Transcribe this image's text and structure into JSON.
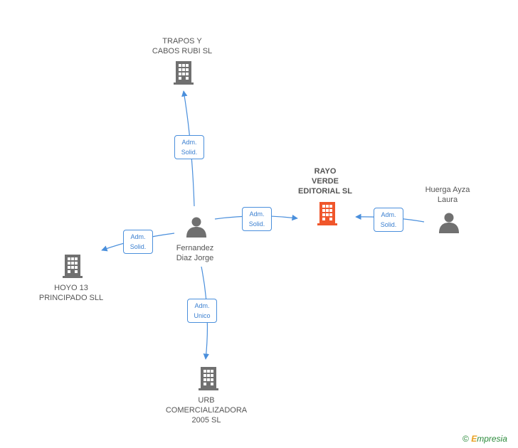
{
  "nodes": {
    "trapos": {
      "lines": [
        "TRAPOS Y",
        "CABOS RUBI SL"
      ]
    },
    "rayo": {
      "lines": [
        "RAYO",
        "VERDE",
        "EDITORIAL SL"
      ]
    },
    "huerga": {
      "lines": [
        "Huerga Ayza",
        "Laura"
      ]
    },
    "fernandez": {
      "lines": [
        "Fernandez",
        "Diaz Jorge"
      ]
    },
    "hoyo": {
      "lines": [
        "HOYO 13",
        "PRINCIPADO  SLL"
      ]
    },
    "urb": {
      "lines": [
        "URB",
        "COMERCIALIZADORA",
        "2005 SL"
      ]
    }
  },
  "relations": {
    "to_trapos": {
      "lines": [
        "Adm.",
        "Solid."
      ]
    },
    "to_rayo_from_fernandez": {
      "lines": [
        "Adm.",
        "Solid."
      ]
    },
    "to_rayo_from_huerga": {
      "lines": [
        "Adm.",
        "Solid."
      ]
    },
    "to_hoyo": {
      "lines": [
        "Adm.",
        "Solid."
      ]
    },
    "to_urb": {
      "lines": [
        "Adm.",
        "Unico"
      ]
    }
  },
  "colors": {
    "edge": "#4a8fdc",
    "building": "#707070",
    "building_focus": "#f0562b",
    "person": "#707070"
  },
  "footer": {
    "copyright": "©",
    "brand_initial": "E",
    "brand_rest": "mpresia"
  }
}
